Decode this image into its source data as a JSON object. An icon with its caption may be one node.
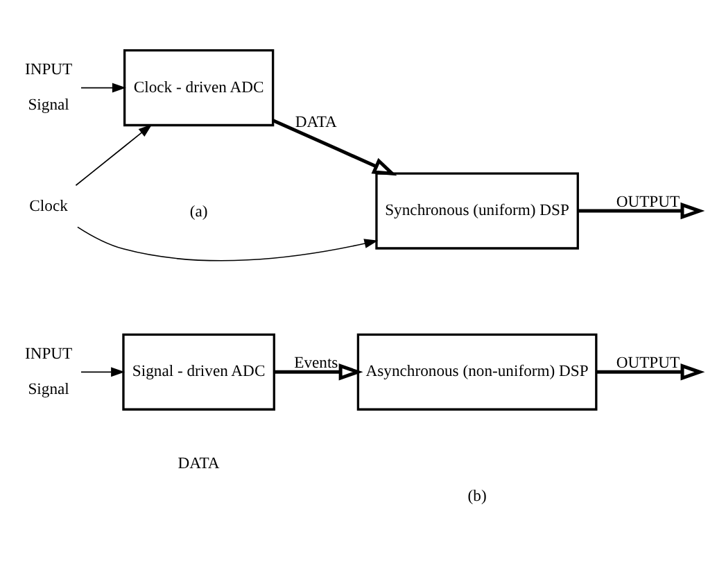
{
  "diagram": {
    "nodes": [
      {
        "text": [],
        "shape": "picture",
        "beside": [
          "INPUT",
          "Signal"
        ]
      },
      {
        "text": [
          "Clock - driven ADC"
        ]
      },
      {
        "text": [
          "Synchronous (uniform) DSP"
        ]
      },
      {
        "text": [],
        "shape": "picture",
        "beside": [
          "Clock"
        ]
      },
      {
        "text": [],
        "shape": "picture",
        "beside": [
          "INPUT",
          "Signal"
        ]
      },
      {
        "text": [
          "Signal - driven ADC"
        ]
      },
      {
        "text": [
          "Asynchronous (non-uniform) DSP"
        ]
      }
    ],
    "edges": [
      {
        "from": 0,
        "to": 1,
        "arrow": "to"
      },
      {
        "from": 1,
        "to": 2,
        "arrow": "to",
        "label": "DATA",
        "style": "thick"
      },
      {
        "from": 2,
        "to": null,
        "arrow": "to",
        "label": "OUTPUT",
        "style": "thick"
      },
      {
        "from": 3,
        "to": 1,
        "arrow": "to"
      },
      {
        "from": 3,
        "to": 2,
        "arrow": "to"
      },
      {
        "from": 4,
        "to": 5,
        "arrow": "to"
      },
      {
        "from": 5,
        "to": 6,
        "arrow": "to",
        "label": "Events",
        "style": "thick"
      },
      {
        "from": 6,
        "to": null,
        "arrow": "to",
        "label": "OUTPUT",
        "style": "thick"
      }
    ],
    "labels": [
      "(a)",
      "DATA",
      "(b)"
    ]
  }
}
